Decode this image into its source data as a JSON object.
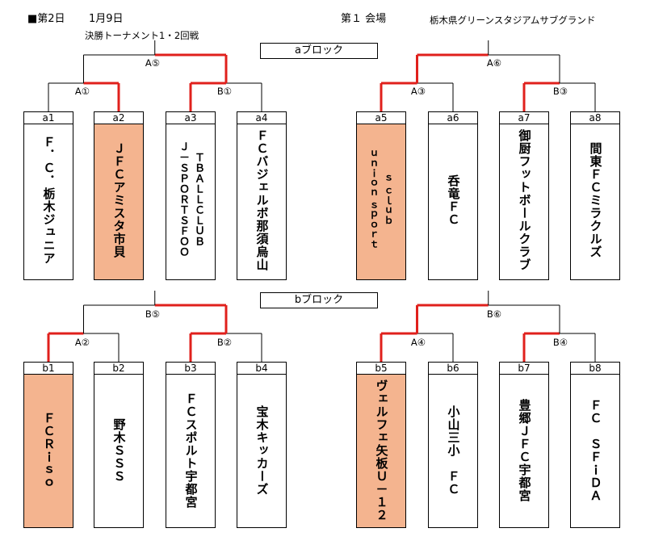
{
  "header": {
    "day": "■第2日",
    "date": "1月9日",
    "subtitle": "決勝トーナメント1・2回戦",
    "venue_no": "第１ 会場",
    "venue_name": "栃木県グリーンスタジアムサブグランド"
  },
  "colors": {
    "win_line": "#e0201c",
    "win_fill": "#f4b48f",
    "line": "#000000"
  },
  "blocks": {
    "a": {
      "title": "aブロック"
    },
    "b": {
      "title": "bブロック"
    }
  },
  "matches": {
    "a5": "A⑤",
    "a6": "A⑥",
    "a1": "A①",
    "b1": "B①",
    "a3": "A③",
    "b3": "B③",
    "b5": "B⑤",
    "b6": "B⑥",
    "a2": "A②",
    "b2": "B②",
    "a4": "A④",
    "b4": "B④"
  },
  "teams": {
    "a1": {
      "code": "a1",
      "name": "Ｆ．Ｃ．栃木ジュニア"
    },
    "a2": {
      "code": "a2",
      "name": "ＪＦＣアミスタ市貝"
    },
    "a3": {
      "code": "a3",
      "name": "ＴＢＡＬＬＣＬＵＢ"
    },
    "a3b": {
      "name": "Ｊ－ＳＰＯＲＴＳＦＯＯ"
    },
    "a4": {
      "code": "a4",
      "name": "ＦＣバジェルボ那須烏山"
    },
    "a5": {
      "code": "a5",
      "name": "ｓ ｃｌｕｂ"
    },
    "a5b": {
      "name": "ｕｎｉｏｎ ｓｐｏｒｔ"
    },
    "a6": {
      "code": "a6",
      "name": "呑竜ＦＣ"
    },
    "a7": {
      "code": "a7",
      "name": "御厨フットボールクラブ"
    },
    "a8": {
      "code": "a8",
      "name": "間東ＦＣミラクルズ"
    },
    "b1": {
      "code": "b1",
      "name": "ＦＣＲｉｓｏ"
    },
    "b2": {
      "code": "b2",
      "name": "野木ＳＳＳ"
    },
    "b3": {
      "code": "b3",
      "name": "ＦＣスポルト宇都宮"
    },
    "b4": {
      "code": "b4",
      "name": "宝木キッカーズ"
    },
    "b5": {
      "code": "b5",
      "name": "ヴェルフェ矢板Ｕ－１２"
    },
    "b6": {
      "code": "b6",
      "name": "小山三小　ＦＣ"
    },
    "b7": {
      "code": "b7",
      "name": "豊郷ＪＦＣ宇都宮"
    },
    "b8": {
      "code": "b8",
      "name": "ＦＣ　ＳＦｉＤＡ"
    }
  }
}
